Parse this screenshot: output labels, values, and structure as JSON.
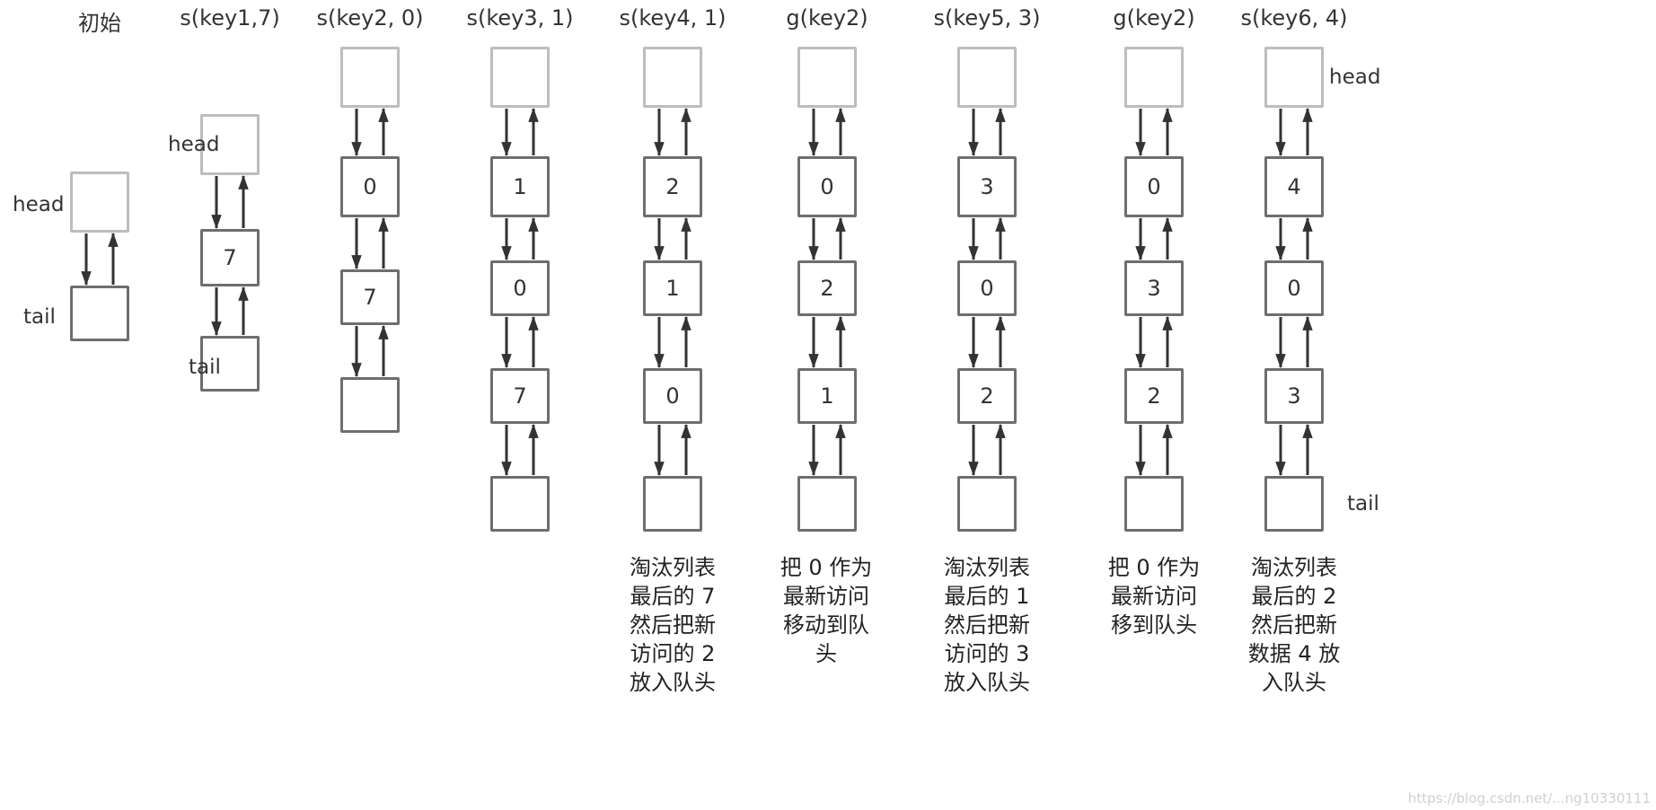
{
  "title": "LRU cache operation sequence",
  "labels": {
    "head": "head",
    "tail": "tail"
  },
  "steps": [
    {
      "title": "初始",
      "values": [],
      "note": []
    },
    {
      "title": "s(key1,7)",
      "values": [
        "7"
      ],
      "note": []
    },
    {
      "title": "s(key2, 0)",
      "values": [
        "0",
        "7"
      ],
      "note": []
    },
    {
      "title": "s(key3, 1)",
      "values": [
        "1",
        "0",
        "7"
      ],
      "note": []
    },
    {
      "title": "s(key4, 1)",
      "values": [
        "2",
        "1",
        "0"
      ],
      "note": [
        "淘汰列表",
        "最后的 7",
        "然后把新",
        "访问的 2",
        "放入队头"
      ]
    },
    {
      "title": "g(key2)",
      "values": [
        "0",
        "2",
        "1"
      ],
      "note": [
        "把 0 作为",
        "最新访问",
        "移动到队",
        "头"
      ]
    },
    {
      "title": "s(key5, 3)",
      "values": [
        "3",
        "0",
        "2"
      ],
      "note": [
        "淘汰列表",
        "最后的 1",
        "然后把新",
        "访问的 3",
        "放入队头"
      ]
    },
    {
      "title": "g(key2)",
      "values": [
        "0",
        "3",
        "2"
      ],
      "note": [
        "把 0 作为",
        "最新访问",
        "移到队头"
      ]
    },
    {
      "title": "s(key6, 4)",
      "values": [
        "4",
        "0",
        "3"
      ],
      "note": [
        "淘汰列表",
        "最后的 2",
        "然后把新",
        "数据 4 放",
        "入队头"
      ]
    }
  ],
  "watermark": "https://blog.csdn.net/...ng10330111",
  "colors": {
    "node_border": "#6e6e6e",
    "sentinel_border": "#bdbdbd",
    "arrow": "#333333"
  }
}
